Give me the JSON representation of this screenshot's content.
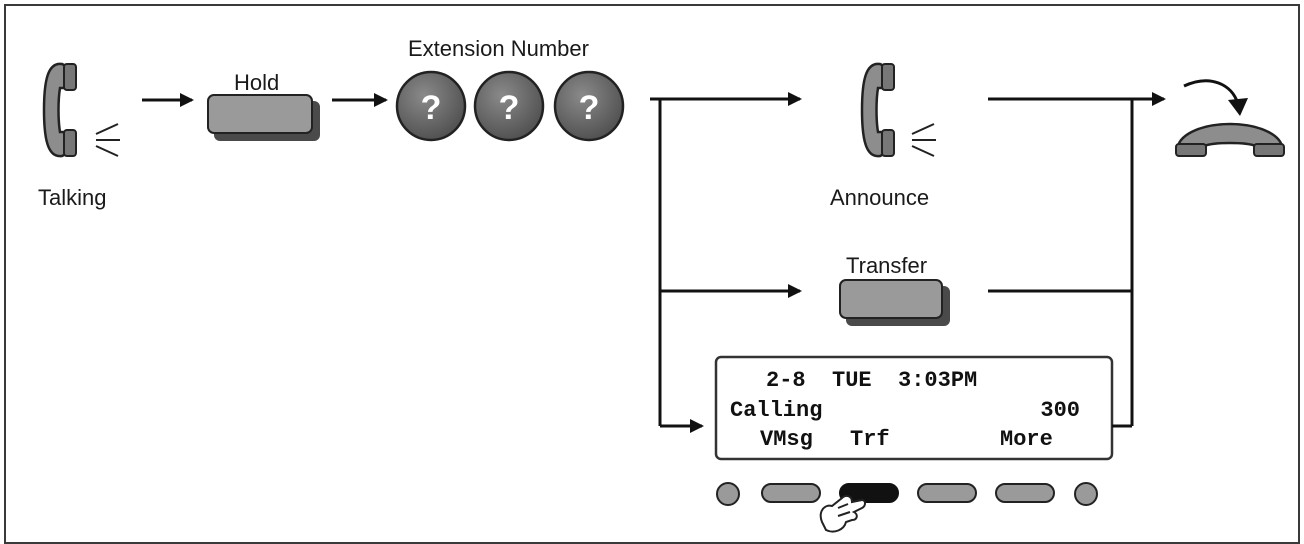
{
  "labels": {
    "talking": "Talking",
    "hold": "Hold",
    "extension_number": "Extension Number",
    "announce": "Announce",
    "transfer": "Transfer"
  },
  "extension_keys": [
    "?",
    "?",
    "?"
  ],
  "display": {
    "line1": "2-8  TUE  3:03PM",
    "line2_left": "Calling",
    "line2_right": "300",
    "softkeys": [
      "VMsg",
      "Trf",
      "",
      "More"
    ]
  },
  "icons": {
    "handset_talking": "handset-talking-icon",
    "handset_announce": "handset-announce-icon",
    "handset_hangup": "handset-hangup-icon",
    "hand_press": "hand-pointer-icon"
  },
  "colors": {
    "key_fill": "#9a9a9a",
    "key_shadow": "#4a4a4a",
    "circle_fill": "#6b6b6b",
    "pressed_key": "#111111",
    "line": "#111111"
  }
}
